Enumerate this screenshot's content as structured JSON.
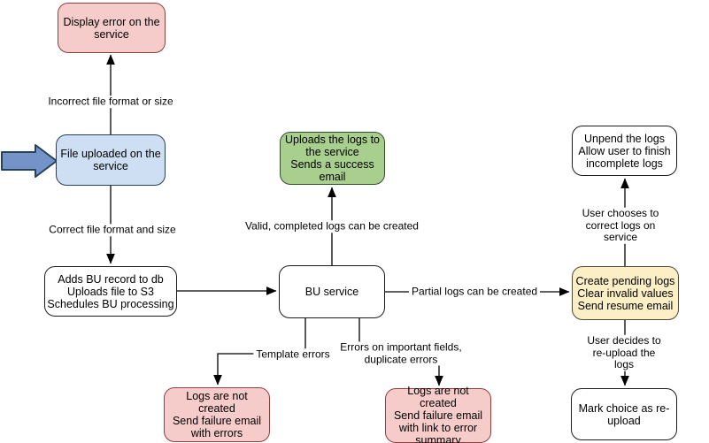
{
  "diagram": {
    "type": "flowchart",
    "nodes": {
      "display_error": {
        "label": "Display error on the\nservice",
        "fill": "#f5ccca",
        "kind": "error"
      },
      "file_uploaded": {
        "label": "File uploaded on the\nservice",
        "fill": "#cedff4",
        "kind": "start"
      },
      "adds_bu_record": {
        "label": "Adds BU record to db\nUploads file to S3\nSchedules BU processing",
        "fill": "#ffffff",
        "kind": "process"
      },
      "bu_service": {
        "label": "BU service",
        "fill": "#ffffff",
        "kind": "process"
      },
      "uploads_logs_success": {
        "label": "Uploads the logs to\nthe service\nSends a success\nemail",
        "fill": "#a9cf8e",
        "kind": "success"
      },
      "create_pending_logs": {
        "label": "Create pending logs\nClear invalid values\nSend resume email",
        "fill": "#fcefc6",
        "kind": "warning"
      },
      "unpend_logs": {
        "label": "Unpend the logs\nAllow user to finish\nincomplete logs",
        "fill": "#ffffff",
        "kind": "process"
      },
      "mark_reupload": {
        "label": "Mark choice as re-\nupload",
        "fill": "#ffffff",
        "kind": "process"
      },
      "logs_failure_errors": {
        "label": "Logs are not created\nSend failure email\nwith errors",
        "fill": "#f5ccca",
        "kind": "error"
      },
      "logs_failure_summary": {
        "label": "Logs are not created\nSend failure email\nwith link to error\nsummary",
        "fill": "#f5ccca",
        "kind": "error"
      }
    },
    "edge_labels": {
      "incorrect_file": "Incorrect file format or size",
      "correct_file": "Correct file format and size",
      "valid_logs": "Valid, completed logs can be created",
      "partial_logs": "Partial logs can be created",
      "template_errors": "Template errors",
      "field_errors": "Errors on important fields,\nduplicate errors",
      "user_corrects": "User chooses to correct logs on service",
      "user_reuploads": "User decides to re-upload the logs"
    },
    "colors": {
      "error_fill": "#f5ccca",
      "start_fill": "#cedff4",
      "success_fill": "#a9cf8e",
      "warning_fill": "#fcefc6",
      "process_fill": "#ffffff",
      "edge_stroke": "#000000",
      "entry_arrow_fill": "#7493c8",
      "entry_arrow_stroke": "#24425f",
      "background": "#ffffff"
    }
  }
}
